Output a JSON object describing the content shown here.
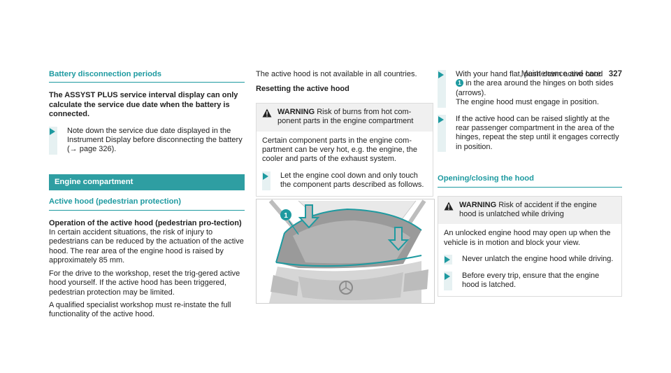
{
  "header": {
    "section": "Maintenance and care",
    "page": "327"
  },
  "col1": {
    "title": "Battery disconnection periods",
    "bold_note": "The ASSYST PLUS service interval display can only calculate the service due date when the battery is connected.",
    "bullet1": "Note down the service due date displayed in the Instrument Display before disconnecting the battery (→ page 326).",
    "engine_title": "Engine compartment",
    "hood_title": "Active hood (pedestrian protection)",
    "op_title": "Operation of the active hood (pedestrian pro-tection)",
    "op_text": "In certain accident situations, the risk of injury to pedestrians can be reduced by the actuation of the active hood. The rear area of the engine hood is raised by approximately 85 mm.",
    "drive_text": "For the drive to the workshop, reset the trig-gered active hood yourself. If the active hood has been triggered, pedestrian protection may be limited.",
    "qualified_text": "A qualified specialist workshop must re-instate the full functionality of the active hood."
  },
  "col2": {
    "availability": "The active hood is not available in all countries.",
    "resetting_title": "Resetting the active hood",
    "warning_label": "WARNING",
    "warning_head": "Risk of burns from hot com-ponent parts in the engine compartment",
    "warning_body": "Certain component parts in the engine com-partment can be very hot, e.g. the engine, the cooler and parts of the exhaust system.",
    "bullet": "Let the engine cool down and only touch the component parts described as follows.",
    "figure_callout": "1"
  },
  "col3": {
    "bullet1_a": "With your hand flat, push down active hood",
    "bullet1_num": "1",
    "bullet1_b": "in the area around the hinges on both sides (arrows).",
    "bullet1_c": "The engine hood must engage in position.",
    "bullet2": "If the active hood can be raised slightly at the rear passenger compartment in the area of the hinges, repeat the step until it engages correctly in position.",
    "open_title": "Opening/closing the hood",
    "warning_label": "WARNING",
    "warning_head": "Risk of accident if the engine hood is unlatched while driving",
    "warning_body": "An unlocked engine hood may open up when the vehicle is in motion and block your view.",
    "bullet3": "Never unlatch the engine hood while driving.",
    "bullet4": "Before every trip, ensure that the engine hood is latched."
  },
  "colors": {
    "accent": "#1e9aa0",
    "accent_dark": "#2e9ea2",
    "bar_bg": "#e6f1f2"
  }
}
